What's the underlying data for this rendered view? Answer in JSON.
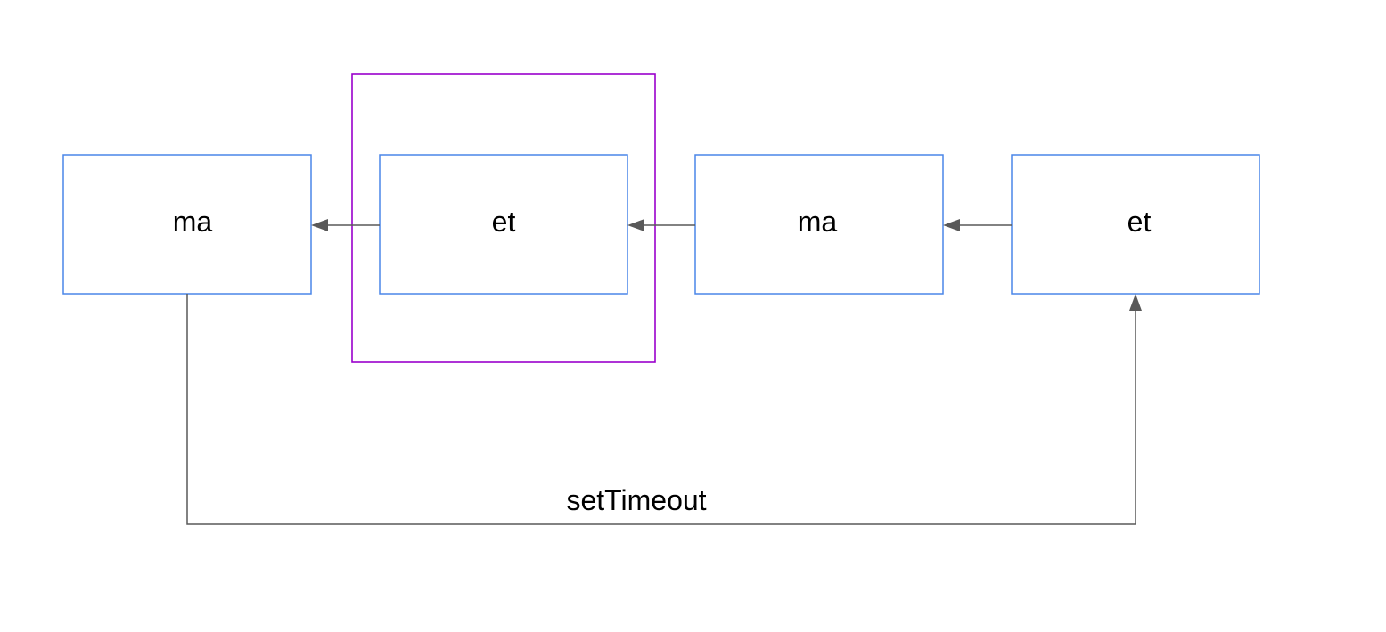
{
  "diagram": {
    "nodes": [
      {
        "id": "node-1",
        "label": "ma"
      },
      {
        "id": "node-2",
        "label": "et"
      },
      {
        "id": "node-3",
        "label": "ma"
      },
      {
        "id": "node-4",
        "label": "et"
      }
    ],
    "edges": [
      {
        "from": "node-2",
        "to": "node-1",
        "label": ""
      },
      {
        "from": "node-3",
        "to": "node-2",
        "label": ""
      },
      {
        "from": "node-4",
        "to": "node-3",
        "label": ""
      },
      {
        "from": "node-1",
        "to": "node-4",
        "label": "setTimeout"
      }
    ],
    "highlighted_node": "node-2",
    "colors": {
      "node_border": "#4a86e8",
      "highlight_border": "#9900cc",
      "connector": "#595959",
      "text": "#000000"
    }
  }
}
